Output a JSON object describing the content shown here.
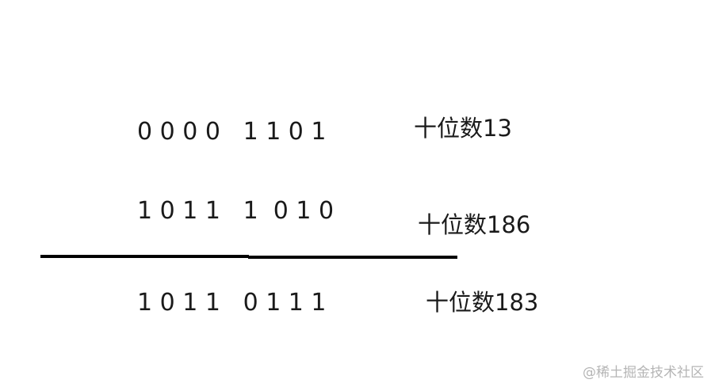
{
  "rows": [
    {
      "bits": "0 0 0 0   1 1 0 1",
      "label": "十位数13"
    },
    {
      "bits": "1 0 1 1   1  0 1 0",
      "label": "十位数186"
    },
    {
      "bits": "1 0 1 1   0 1 1 1",
      "label": "十位数183"
    }
  ],
  "watermark": "@稀土掘金技术社区",
  "colors": {
    "text": "#1a1a1a",
    "rule": "#000000",
    "watermark": "#b5b5b5"
  }
}
